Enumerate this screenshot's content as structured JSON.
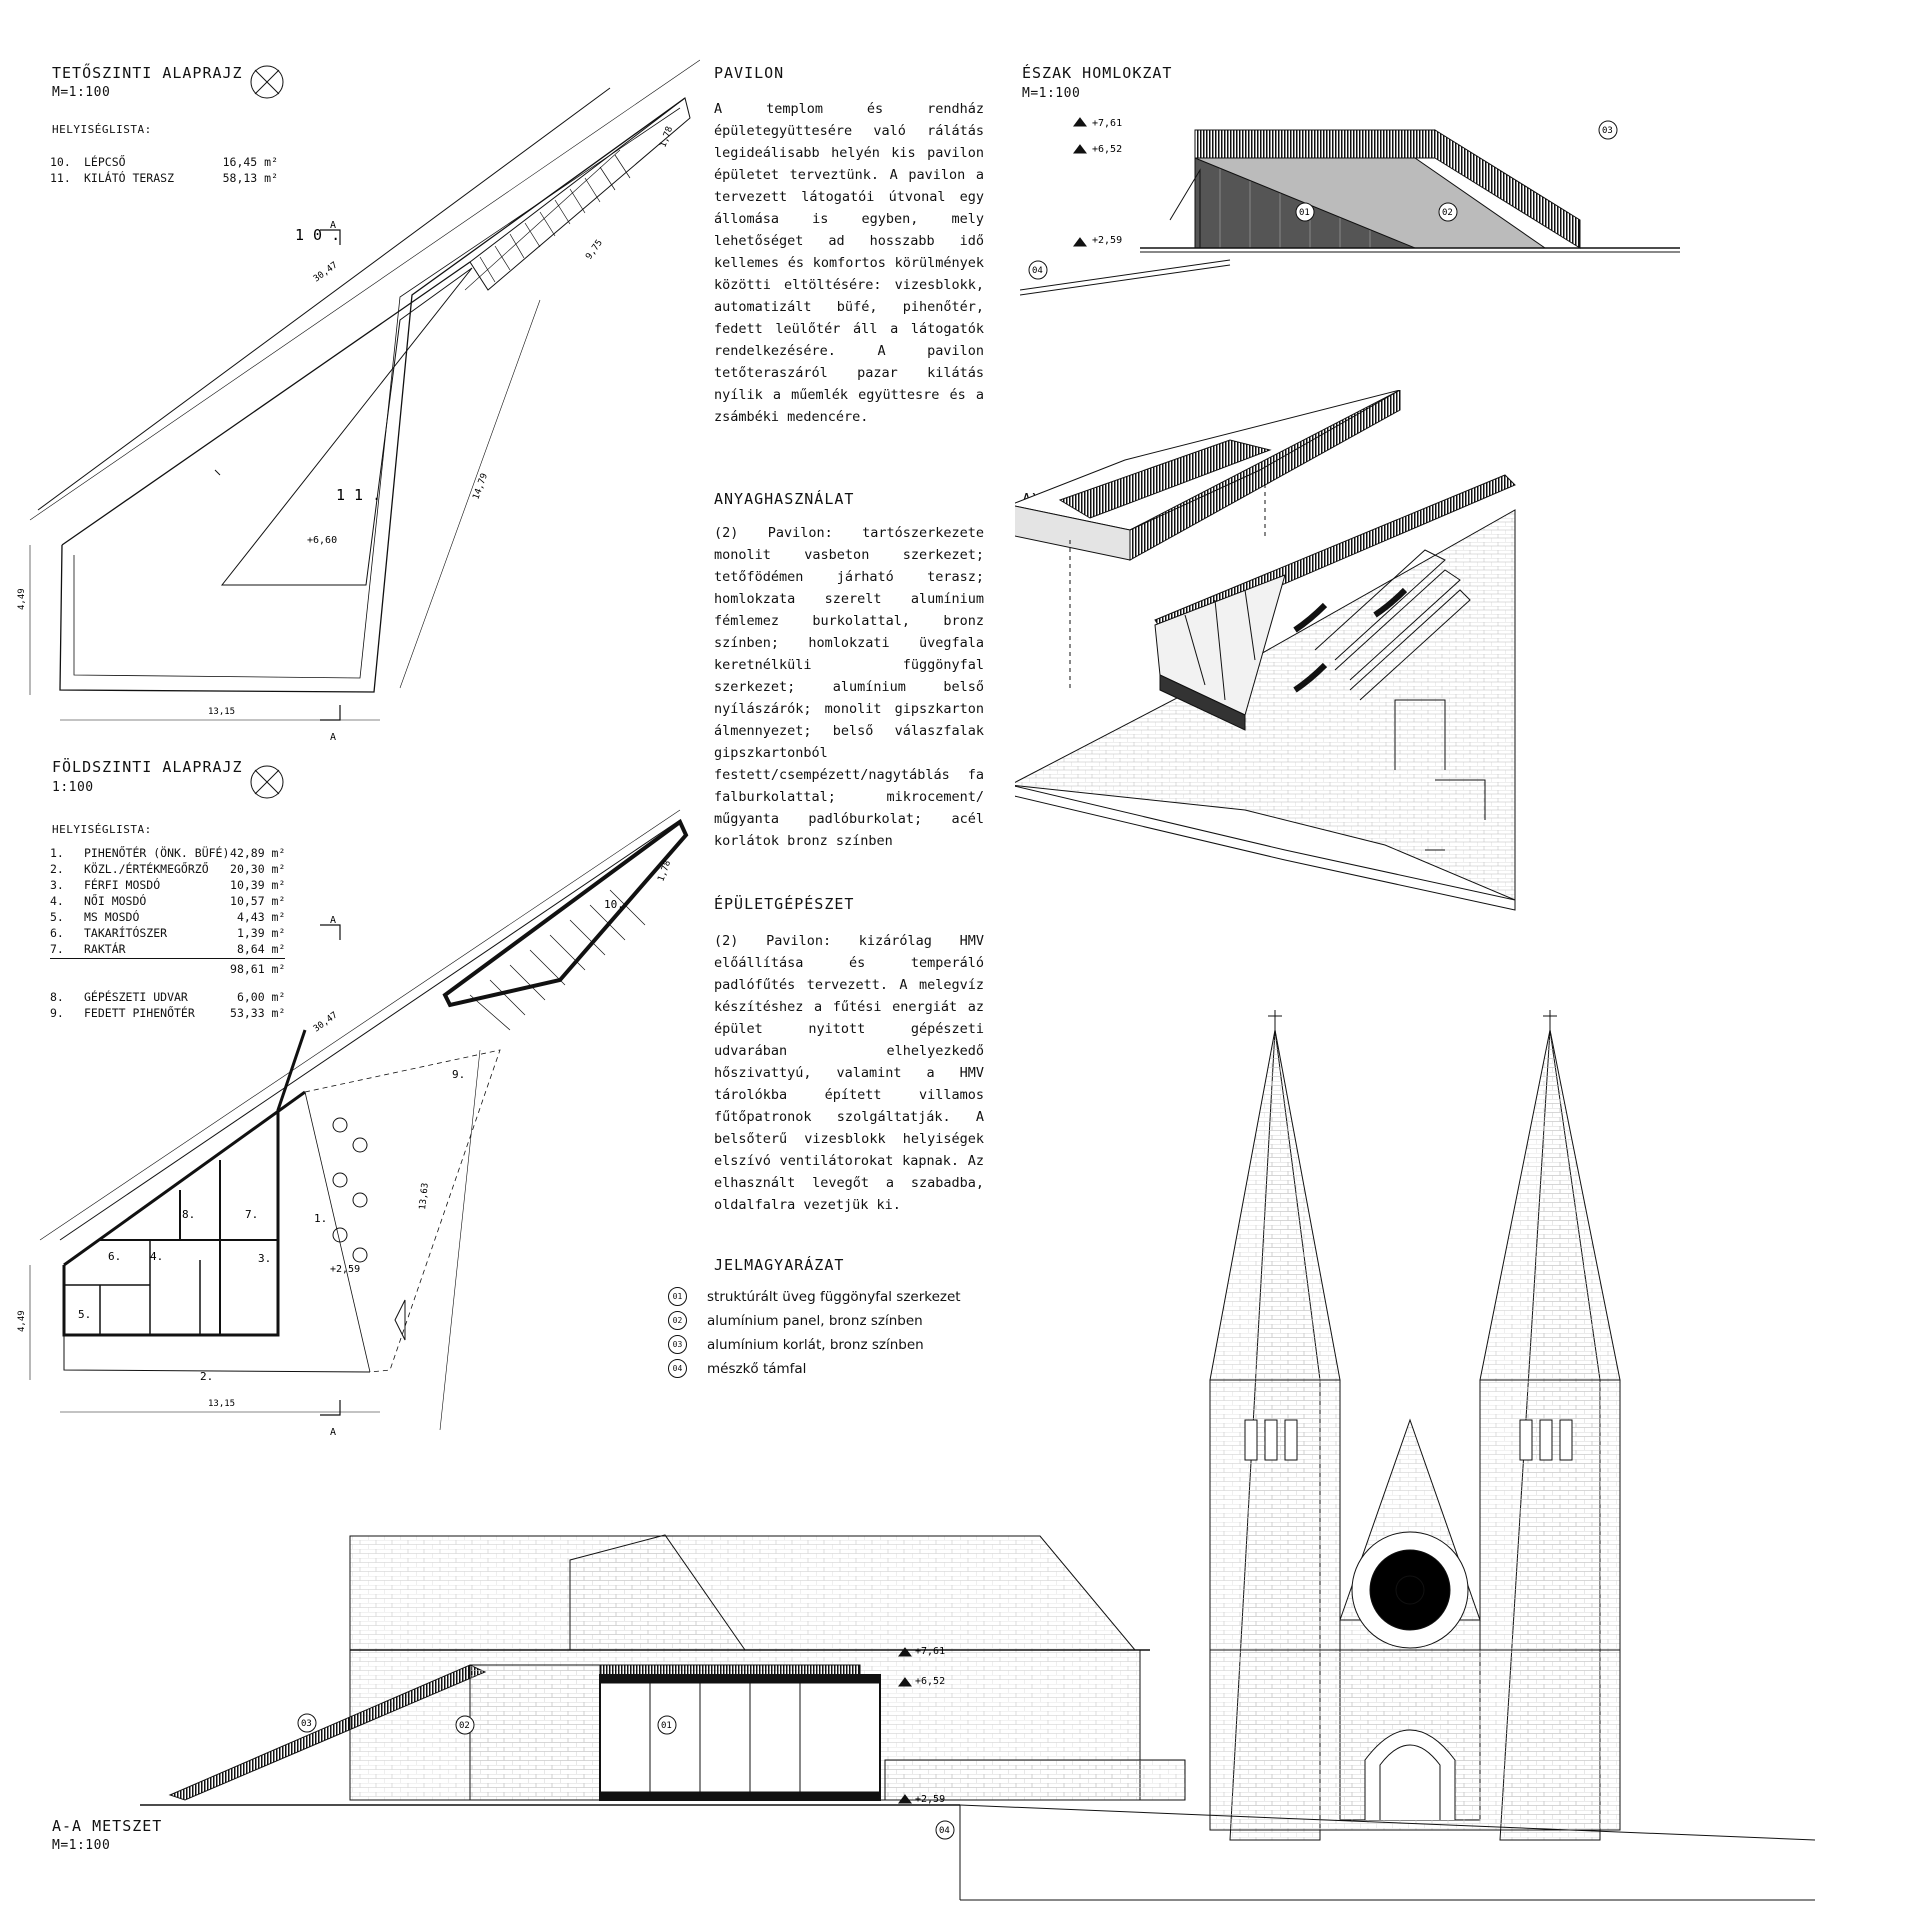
{
  "roof_plan": {
    "title": "TETŐSZINTI ALAPRAJZ",
    "scale": "M=1:100",
    "room_list_title": "HELYISÉGLISTA:",
    "rooms": [
      {
        "num": "10.",
        "name": "LÉPCSŐ",
        "area": "16,45 m²"
      },
      {
        "num": "11.",
        "name": "KILÁTÓ TERASZ",
        "area": "58,13 m²"
      }
    ],
    "dims": {
      "top": "30,47",
      "short": "1,78",
      "mid": "9,75",
      "diag": "14,79",
      "left": "4,49",
      "bottom": "13,15"
    },
    "labels": {
      "stair": "1 0 .",
      "terrace": "1 1 .",
      "level": "+6,60",
      "section": "A"
    }
  },
  "ground_plan": {
    "title": "FÖLDSZINTI ALAPRAJZ",
    "scale": "1:100",
    "room_list_title": "HELYISÉGLISTA:",
    "rooms": [
      {
        "num": "1.",
        "name": "PIHENŐTÉR (ÖNK. BÜFÉ)",
        "area": "42,89 m²"
      },
      {
        "num": "2.",
        "name": "KÖZL./ÉRTÉKMEGŐRZŐ",
        "area": "20,30 m²"
      },
      {
        "num": "3.",
        "name": "FÉRFI MOSDÓ",
        "area": "10,39 m²"
      },
      {
        "num": "4.",
        "name": "NŐI MOSDÓ",
        "area": "10,57 m²"
      },
      {
        "num": "5.",
        "name": "MS MOSDÓ",
        "area": "4,43 m²"
      },
      {
        "num": "6.",
        "name": "TAKARÍTÓSZER",
        "area": "1,39 m²"
      },
      {
        "num": "7.",
        "name": "RAKTÁR",
        "area": "8,64 m²"
      }
    ],
    "subtotal": "98,61 m²",
    "rooms_extra": [
      {
        "num": "8.",
        "name": "GÉPÉSZETI UDVAR",
        "area": "6,00 m²"
      },
      {
        "num": "9.",
        "name": "FEDETT PIHENŐTÉR",
        "area": "53,33 m²"
      }
    ],
    "dims": {
      "top": "30,47",
      "short": "1,78",
      "diag": "13,63",
      "left": "4,49",
      "bottom": "13,15"
    },
    "labels": {
      "r1": "1.",
      "r2": "2.",
      "r3": "3.",
      "r4": "4.",
      "r5": "5.",
      "r6": "6.",
      "r7": "7.",
      "r8": "8.",
      "r9": "9.",
      "r10": "10.",
      "level": "+2,59",
      "section": "A"
    }
  },
  "pavilon": {
    "title": "PAVILON",
    "text": "A templom és rendház épületegyüttesére való rálátás legideálisabb helyén kis pavilon épületet terveztünk. A pavilon a tervezett látogatói útvonal egy állomása is egyben, mely lehetőséget ad hosszabb idő kellemes és komfortos körülmények közötti eltöltésére: vizesblokk, automatizált büfé, pihenőtér, fedett leülőtér áll a látogatók rendelkezésére. A pavilon tetőteraszáról pazar kilátás nyílik a műemlék együttesre és a zsámbéki medencére."
  },
  "materials": {
    "title": "ANYAGHASZNÁLAT",
    "text": "(2) Pavilon: tartószerkezete monolit vasbeton szerkezet; tetőfödémen járható terasz; homlokzata szerelt alumínium fémlemez burkolattal, bronz színben; homlokzati üvegfala keretnélküli függönyfal szerkezet; alumínium belső nyílászárók; monolit gipszkarton álmennyezet; belső válaszfalak gipszkartonból festett/csempézett/nagytáblás fa falburkolattal; mikrocement/ műgyanta padlóburkolat; acél korlátok bronz színben"
  },
  "mep": {
    "title": "ÉPÜLETGÉPÉSZET",
    "text": "(2) Pavilon: kizárólag HMV előállítása és temperáló padlófűtés tervezett. A melegvíz készítéshez a fűtési energiát az épület nyitott gépészeti udvarában elhelyezkedő hőszivattyú, valamint a HMV tárolókba épített villamos fűtőpatronok szolgáltatják. A belsőterű vizesblokk helyiségek elszívó ventilátorokat kapnak. Az elhasznált levegőt a szabadba, oldalfalra vezetjük ki."
  },
  "legend": {
    "title": "JELMAGYARÁZAT",
    "items": [
      {
        "code": "01",
        "label": "struktúrált üveg függönyfal szerkezet"
      },
      {
        "code": "02",
        "label": "alumínium panel, bronz színben"
      },
      {
        "code": "03",
        "label": "alumínium korlát, bronz színben"
      },
      {
        "code": "04",
        "label": "mészkő támfal"
      }
    ]
  },
  "north_elevation": {
    "title": "ÉSZAK HOMLOKZAT",
    "scale": "M=1:100",
    "levels": [
      "+7,61",
      "+6,52",
      "+2,59"
    ],
    "tags": [
      "01",
      "02",
      "03",
      "04"
    ]
  },
  "axonometry": {
    "title": "AXONOMETRIA"
  },
  "section": {
    "title": "A-A METSZET",
    "scale": "M=1:100",
    "levels": [
      "+7,61",
      "+6,52",
      "+2,59"
    ],
    "tags": [
      "01",
      "02",
      "03",
      "04"
    ]
  }
}
